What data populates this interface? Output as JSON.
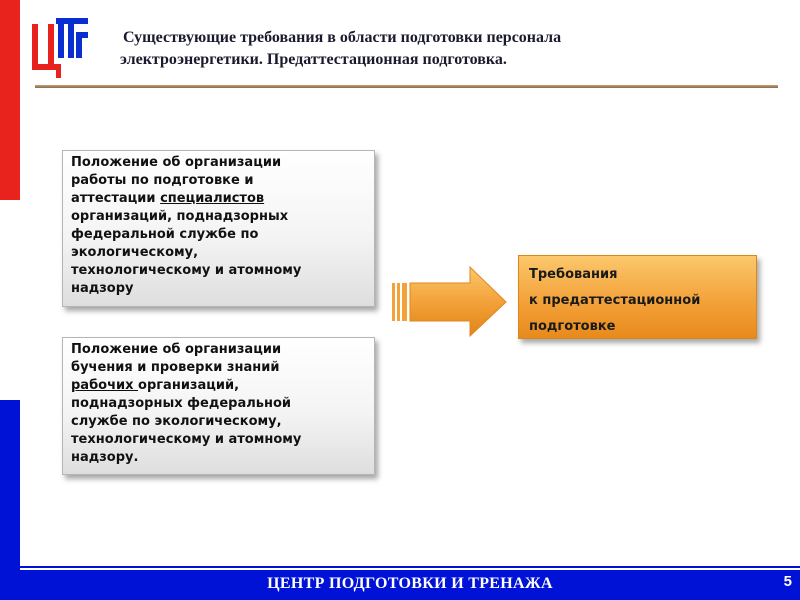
{
  "header": {
    "title_line1": "Существующие требования в области подготовки персонала",
    "title_line2": "электроэнергетики. Предаттестационная подготовка."
  },
  "box1": {
    "lines": [
      "Положение об организации",
      "работы по подготовке и",
      "аттестации ",
      "специалистов",
      "организаций, поднадзорных",
      "федеральной службе по",
      "экологическому,",
      "технологическому и атомному",
      "надзору"
    ]
  },
  "box2": {
    "lines": [
      "Положение об организации",
      "бучения и проверки знаний",
      "рабочих ",
      "организаций,",
      "поднадзорных федеральной",
      "службе по экологическому,",
      "технологическому и атомному",
      "надзору."
    ]
  },
  "result_box": {
    "line1": "Требования",
    "line2": "к предаттестационной",
    "line3": "подготовке"
  },
  "footer": {
    "center_text": "ЦЕНТР ПОДГОТОВКИ И ТРЕНАЖА",
    "page_number": "5"
  },
  "colors": {
    "stripe_red": "#e8221c",
    "stripe_blue": "#0012d6",
    "accent_orange": "#f3a23a"
  }
}
